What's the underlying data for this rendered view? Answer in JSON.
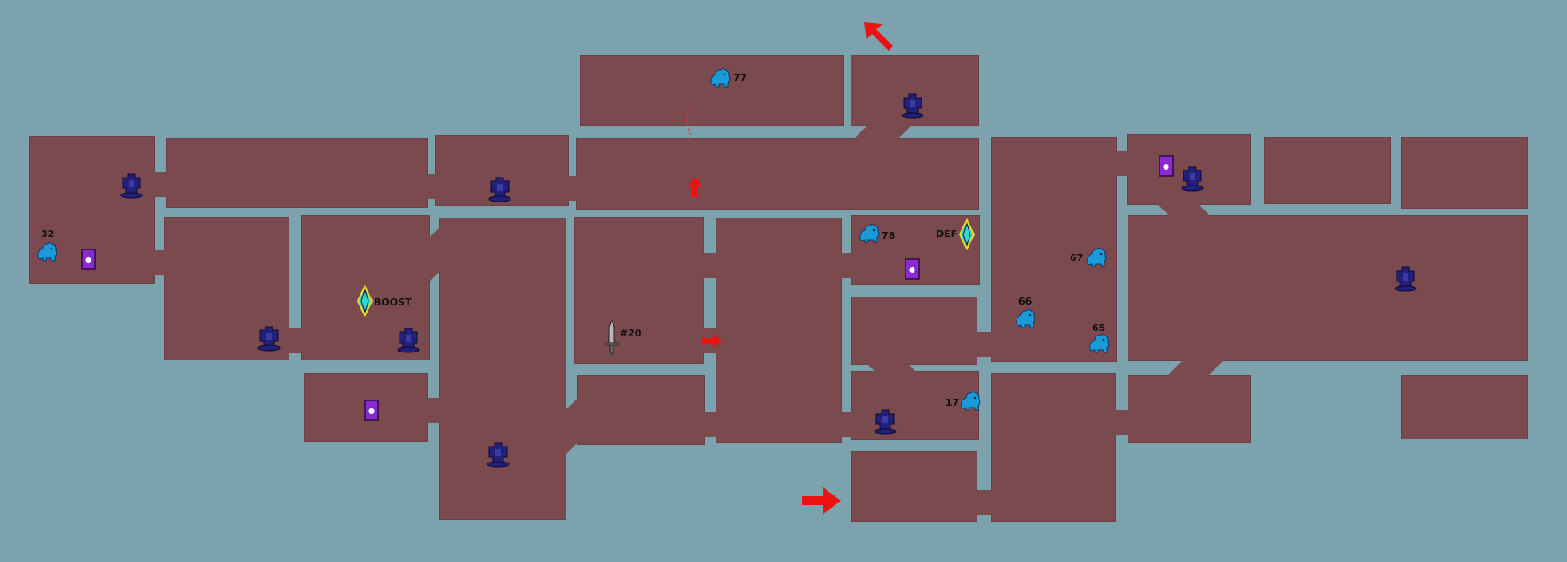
{
  "map": {
    "background": "#7ca3ad",
    "room_color": "#7a4a4f"
  },
  "labels": {
    "enemy_77": "77",
    "enemy_78": "78",
    "enemy_32": "32",
    "enemy_67": "67",
    "enemy_66": "66",
    "enemy_65": "65",
    "enemy_17": "17",
    "boost": "BOOST",
    "def": "DEF",
    "weapon": "#20"
  },
  "icons": {
    "enemy": "blue-beast-icon",
    "guard": "dark-blue-robot-icon",
    "portal": "purple-door-icon",
    "crystal": "cyan-diamond-crystal-icon",
    "weapon": "sword-icon",
    "arrow": "red-arrow-icon"
  },
  "colors": {
    "enemy": "#1a9ad6",
    "guard": "#22207a",
    "portal": "#8a2ad0",
    "crystal": "#33d6d0",
    "arrow": "#ee1111"
  }
}
